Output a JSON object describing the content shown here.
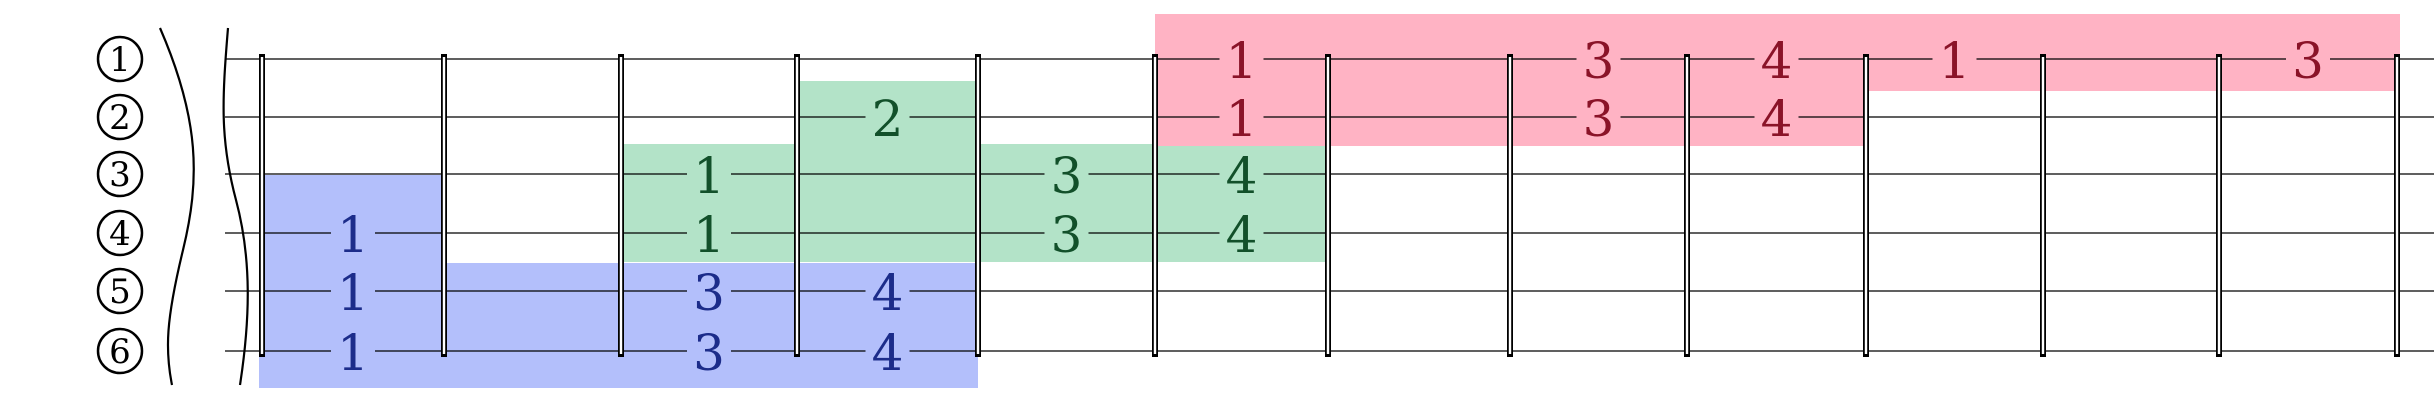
{
  "string_labels": [
    "1",
    "2",
    "3",
    "4",
    "5",
    "6"
  ],
  "colors": {
    "red": "#FFB3C4",
    "green": "#B3E3C8",
    "blue": "#B3BFFB",
    "red_text": "#8A1328",
    "green_text": "#12502A",
    "blue_text": "#1C2C8A"
  },
  "regions": [
    {
      "color": "blue"
    },
    {
      "color": "green"
    },
    {
      "color": "red"
    }
  ],
  "fingerings": [
    {
      "string": 4,
      "fret": 1,
      "finger": "1",
      "color": "blue"
    },
    {
      "string": 5,
      "fret": 1,
      "finger": "1",
      "color": "blue"
    },
    {
      "string": 6,
      "fret": 1,
      "finger": "1",
      "color": "blue"
    },
    {
      "string": 5,
      "fret": 3,
      "finger": "3",
      "color": "blue"
    },
    {
      "string": 6,
      "fret": 3,
      "finger": "3",
      "color": "blue"
    },
    {
      "string": 5,
      "fret": 4,
      "finger": "4",
      "color": "blue"
    },
    {
      "string": 6,
      "fret": 4,
      "finger": "4",
      "color": "blue"
    },
    {
      "string": 3,
      "fret": 3,
      "finger": "1",
      "color": "green"
    },
    {
      "string": 4,
      "fret": 3,
      "finger": "1",
      "color": "green"
    },
    {
      "string": 2,
      "fret": 4,
      "finger": "2",
      "color": "green"
    },
    {
      "string": 3,
      "fret": 5,
      "finger": "3",
      "color": "green"
    },
    {
      "string": 4,
      "fret": 5,
      "finger": "3",
      "color": "green"
    },
    {
      "string": 3,
      "fret": 6,
      "finger": "4",
      "color": "green"
    },
    {
      "string": 4,
      "fret": 6,
      "finger": "4",
      "color": "green"
    },
    {
      "string": 1,
      "fret": 6,
      "finger": "1",
      "color": "red"
    },
    {
      "string": 2,
      "fret": 6,
      "finger": "1",
      "color": "red"
    },
    {
      "string": 1,
      "fret": 8,
      "finger": "3",
      "color": "red"
    },
    {
      "string": 2,
      "fret": 8,
      "finger": "3",
      "color": "red"
    },
    {
      "string": 1,
      "fret": 9,
      "finger": "4",
      "color": "red"
    },
    {
      "string": 2,
      "fret": 9,
      "finger": "4",
      "color": "red"
    },
    {
      "string": 1,
      "fret": 10,
      "finger": "1",
      "color": "red"
    },
    {
      "string": 1,
      "fret": 12,
      "finger": "3",
      "color": "red"
    }
  ]
}
